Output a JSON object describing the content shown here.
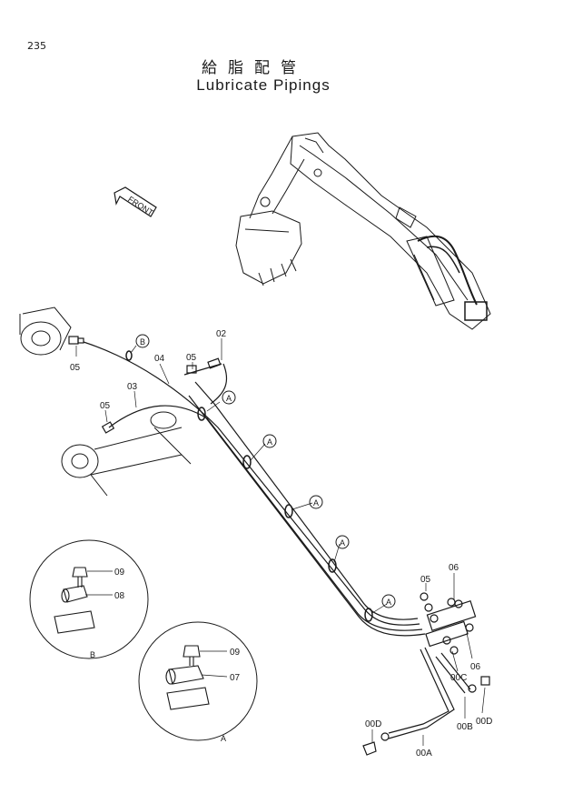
{
  "header": {
    "page_number": "235",
    "title_jp": "給脂配管",
    "title_en": "Lubricate Pipings"
  },
  "front_arrow": {
    "label": "FRONT"
  },
  "part_labels": {
    "p02": "02",
    "p03": "03",
    "p04": "04",
    "p05_top": "05",
    "p05_mid": "05",
    "p05_left": "05",
    "p05_right": "05",
    "p06_top": "06",
    "p06_bottom": "06",
    "p07": "07",
    "p08": "08",
    "p09_b": "09",
    "p09_a": "09",
    "p00a": "00A",
    "p00b": "00B",
    "p00c": "00C",
    "p00d_left": "00D",
    "p00d_right": "00D"
  },
  "clamp_refs": {
    "b_main": "B",
    "a1": "A",
    "a2": "A",
    "a3": "A",
    "a4": "A",
    "a5": "A"
  },
  "detail_views": {
    "b_label": "B",
    "a_label": "A"
  }
}
